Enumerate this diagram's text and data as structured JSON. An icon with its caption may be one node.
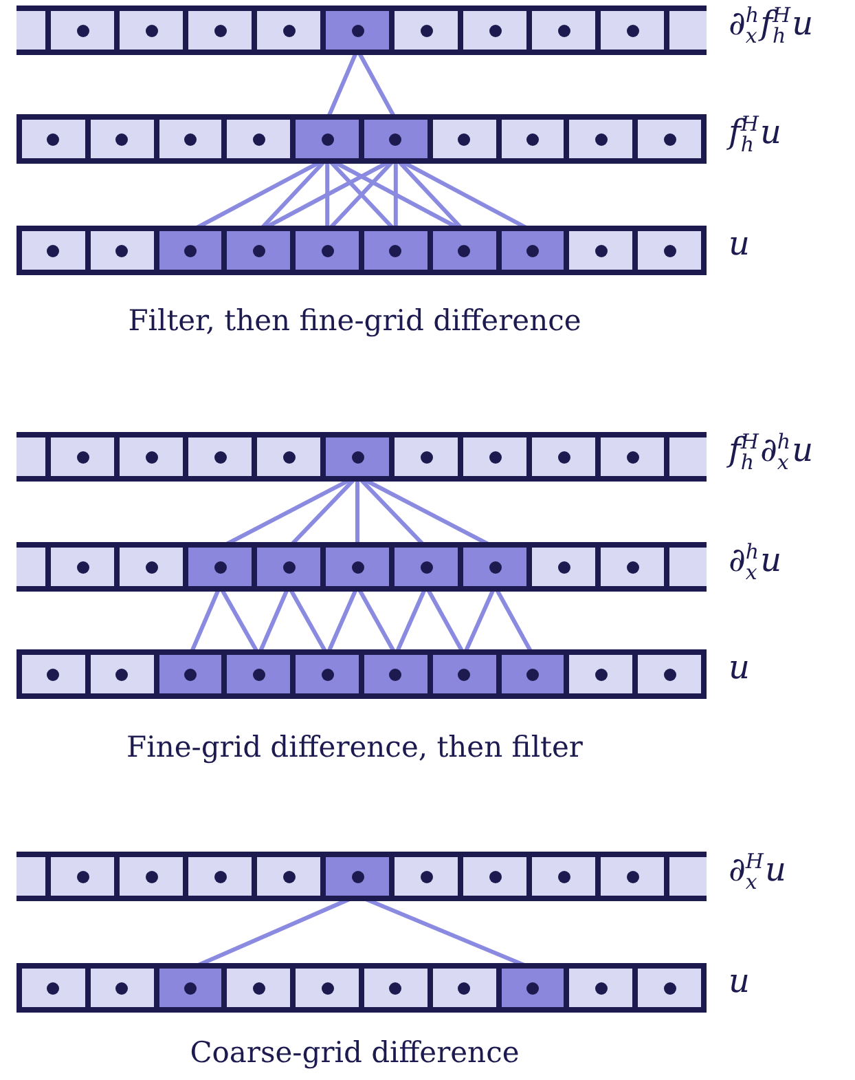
{
  "diagram": {
    "nodes": [
      {
        "text": [],
        "shape": "bar",
        "beside": [
          "∂$^{h}$$_{x}$f$^{H}$$_{h}$u"
        ]
      },
      {
        "text": [],
        "shape": "box",
        "in": 0
      },
      {
        "text": [],
        "shape": "box",
        "in": 0
      },
      {
        "text": [],
        "shape": "box",
        "in": 0
      },
      {
        "text": [],
        "shape": "box",
        "in": 0
      },
      {
        "text": [],
        "shape": "box",
        "in": 0
      },
      {
        "text": [],
        "shape": "box",
        "in": 0
      },
      {
        "text": [],
        "shape": "box",
        "in": 0
      },
      {
        "text": [],
        "shape": "box",
        "in": 0
      },
      {
        "text": [],
        "shape": "box",
        "in": 0
      },
      {
        "text": [],
        "shape": "bar",
        "beside": [
          "f$^{H}$$_{h}$u"
        ]
      },
      {
        "text": [],
        "shape": "box",
        "in": 10
      },
      {
        "text": [],
        "shape": "box",
        "in": 10
      },
      {
        "text": [],
        "shape": "box",
        "in": 10
      },
      {
        "text": [],
        "shape": "box",
        "in": 10
      },
      {
        "text": [],
        "shape": "box",
        "in": 10
      },
      {
        "text": [],
        "shape": "box",
        "in": 10
      },
      {
        "text": [],
        "shape": "box",
        "in": 10
      },
      {
        "text": [],
        "shape": "box",
        "in": 10
      },
      {
        "text": [],
        "shape": "box",
        "in": 10
      },
      {
        "text": [],
        "shape": "box",
        "in": 10
      },
      {
        "text": [],
        "shape": "bar",
        "beside": [
          "u"
        ]
      },
      {
        "text": [],
        "shape": "box",
        "in": 21
      },
      {
        "text": [],
        "shape": "box",
        "in": 21
      },
      {
        "text": [],
        "shape": "box",
        "in": 21
      },
      {
        "text": [],
        "shape": "box",
        "in": 21
      },
      {
        "text": [],
        "shape": "box",
        "in": 21
      },
      {
        "text": [],
        "shape": "box",
        "in": 21
      },
      {
        "text": [],
        "shape": "box",
        "in": 21
      },
      {
        "text": [],
        "shape": "box",
        "in": 21
      },
      {
        "text": [],
        "shape": "box",
        "in": 21
      },
      {
        "text": [],
        "shape": "box",
        "in": 21
      },
      {
        "text": [],
        "shape": "bar",
        "beside": [
          "f$^{H}$$_{h}$∂$^{h}$$_{x}$u"
        ]
      },
      {
        "text": [],
        "shape": "box",
        "in": 32
      },
      {
        "text": [],
        "shape": "box",
        "in": 32
      },
      {
        "text": [],
        "shape": "box",
        "in": 32
      },
      {
        "text": [],
        "shape": "box",
        "in": 32
      },
      {
        "text": [],
        "shape": "box",
        "in": 32
      },
      {
        "text": [],
        "shape": "box",
        "in": 32
      },
      {
        "text": [],
        "shape": "box",
        "in": 32
      },
      {
        "text": [],
        "shape": "box",
        "in": 32
      },
      {
        "text": [],
        "shape": "box",
        "in": 32
      },
      {
        "text": [],
        "shape": "bar",
        "beside": [
          "∂$^{h}$$_{x}$u"
        ]
      },
      {
        "text": [],
        "shape": "box",
        "in": 42
      },
      {
        "text": [],
        "shape": "box",
        "in": 42
      },
      {
        "text": [],
        "shape": "box",
        "in": 42
      },
      {
        "text": [],
        "shape": "box",
        "in": 42
      },
      {
        "text": [],
        "shape": "box",
        "in": 42
      },
      {
        "text": [],
        "shape": "box",
        "in": 42
      },
      {
        "text": [],
        "shape": "box",
        "in": 42
      },
      {
        "text": [],
        "shape": "box",
        "in": 42
      },
      {
        "text": [],
        "shape": "box",
        "in": 42
      },
      {
        "text": [],
        "shape": "bar",
        "beside": [
          "u"
        ]
      },
      {
        "text": [],
        "shape": "box",
        "in": 52
      },
      {
        "text": [],
        "shape": "box",
        "in": 52
      },
      {
        "text": [],
        "shape": "box",
        "in": 52
      },
      {
        "text": [],
        "shape": "box",
        "in": 52
      },
      {
        "text": [],
        "shape": "box",
        "in": 52
      },
      {
        "text": [],
        "shape": "box",
        "in": 52
      },
      {
        "text": [],
        "shape": "box",
        "in": 52
      },
      {
        "text": [],
        "shape": "box",
        "in": 52
      },
      {
        "text": [],
        "shape": "box",
        "in": 52
      },
      {
        "text": [],
        "shape": "box",
        "in": 52
      },
      {
        "text": [],
        "shape": "bar",
        "beside": [
          "∂$^{H}$$_{x}$u"
        ]
      },
      {
        "text": [],
        "shape": "box",
        "in": 63
      },
      {
        "text": [],
        "shape": "box",
        "in": 63
      },
      {
        "text": [],
        "shape": "box",
        "in": 63
      },
      {
        "text": [],
        "shape": "box",
        "in": 63
      },
      {
        "text": [],
        "shape": "box",
        "in": 63
      },
      {
        "text": [],
        "shape": "box",
        "in": 63
      },
      {
        "text": [],
        "shape": "box",
        "in": 63
      },
      {
        "text": [],
        "shape": "box",
        "in": 63
      },
      {
        "text": [],
        "shape": "box",
        "in": 63
      },
      {
        "text": [],
        "shape": "bar",
        "beside": [
          "u"
        ]
      },
      {
        "text": [],
        "shape": "box",
        "in": 73
      },
      {
        "text": [],
        "shape": "box",
        "in": 73
      },
      {
        "text": [],
        "shape": "box",
        "in": 73
      },
      {
        "text": [],
        "shape": "box",
        "in": 73
      },
      {
        "text": [],
        "shape": "box",
        "in": 73
      },
      {
        "text": [],
        "shape": "box",
        "in": 73
      },
      {
        "text": [],
        "shape": "box",
        "in": 73
      },
      {
        "text": [],
        "shape": "box",
        "in": 73
      },
      {
        "text": [],
        "shape": "box",
        "in": 73
      },
      {
        "text": [],
        "shape": "box",
        "in": 73
      }
    ],
    "edges": [
      {
        "from": 5,
        "to": 15,
        "arrow": "none"
      },
      {
        "from": 5,
        "to": 16,
        "arrow": "none"
      },
      {
        "from": 15,
        "to": 24,
        "arrow": "none"
      },
      {
        "from": 15,
        "to": 25,
        "arrow": "none"
      },
      {
        "from": 15,
        "to": 26,
        "arrow": "none"
      },
      {
        "from": 15,
        "to": 27,
        "arrow": "none"
      },
      {
        "from": 15,
        "to": 28,
        "arrow": "none"
      },
      {
        "from": 16,
        "to": 25,
        "arrow": "none"
      },
      {
        "from": 16,
        "to": 26,
        "arrow": "none"
      },
      {
        "from": 16,
        "to": 27,
        "arrow": "none"
      },
      {
        "from": 16,
        "to": 28,
        "arrow": "none"
      },
      {
        "from": 16,
        "to": 29,
        "arrow": "none"
      },
      {
        "from": 37,
        "to": 45,
        "arrow": "none"
      },
      {
        "from": 37,
        "to": 46,
        "arrow": "none"
      },
      {
        "from": 37,
        "to": 47,
        "arrow": "none"
      },
      {
        "from": 37,
        "to": 48,
        "arrow": "none"
      },
      {
        "from": 37,
        "to": 49,
        "arrow": "none"
      },
      {
        "from": 45,
        "to": 55,
        "arrow": "none"
      },
      {
        "from": 45,
        "to": 56,
        "arrow": "none"
      },
      {
        "from": 46,
        "to": 56,
        "arrow": "none"
      },
      {
        "from": 46,
        "to": 57,
        "arrow": "none"
      },
      {
        "from": 47,
        "to": 57,
        "arrow": "none"
      },
      {
        "from": 47,
        "to": 58,
        "arrow": "none"
      },
      {
        "from": 48,
        "to": 58,
        "arrow": "none"
      },
      {
        "from": 48,
        "to": 59,
        "arrow": "none"
      },
      {
        "from": 49,
        "to": 59,
        "arrow": "none"
      },
      {
        "from": 49,
        "to": 60,
        "arrow": "none"
      },
      {
        "from": 68,
        "to": 76,
        "arrow": "none"
      },
      {
        "from": 68,
        "to": 81,
        "arrow": "none"
      }
    ],
    "labels": [
      "Filter, then fine-grid difference",
      "Fine-grid difference, then filter",
      "Coarse-grid difference"
    ]
  }
}
